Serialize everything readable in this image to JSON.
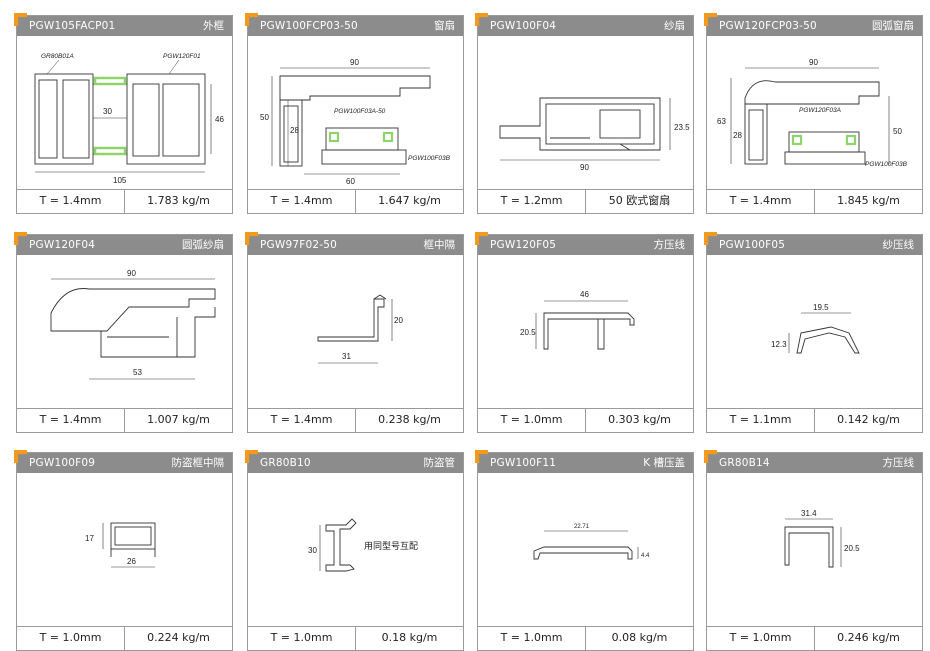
{
  "cards": [
    {
      "code": "PGW105FACP01",
      "name": "外框",
      "thickness": "T = 1.4mm",
      "weight": "1.783 kg/m",
      "labels": [
        "GR80B01A",
        "PGW120F01"
      ],
      "dims": [
        "105",
        "30",
        "46"
      ]
    },
    {
      "code": "PGW100FCP03-50",
      "name": "窗扇",
      "thickness": "T = 1.4mm",
      "weight": "1.647 kg/m",
      "labels": [
        "PGW100F03A-50",
        "PGW100F03B"
      ],
      "dims": [
        "90",
        "50",
        "28",
        "60"
      ]
    },
    {
      "code": "PGW100F04",
      "name": "纱扇",
      "thickness": "T = 1.2mm",
      "weight": "50 欧式窗扇",
      "labels": [],
      "dims": [
        "23.5",
        "90"
      ]
    },
    {
      "code": "PGW120FCP03-50",
      "name": "圆弧窗扇",
      "thickness": "T = 1.4mm",
      "weight": "1.845 kg/m",
      "labels": [
        "PGW120F03A",
        "PGW100F03B"
      ],
      "dims": [
        "90",
        "63",
        "28",
        "50"
      ]
    },
    {
      "code": "PGW120F04",
      "name": "圆弧纱扇",
      "thickness": "T = 1.4mm",
      "weight": "1.007 kg/m",
      "labels": [],
      "dims": [
        "90",
        "53"
      ]
    },
    {
      "code": "PGW97F02-50",
      "name": "框中隔",
      "thickness": "T = 1.4mm",
      "weight": "0.238 kg/m",
      "labels": [],
      "dims": [
        "20",
        "31"
      ]
    },
    {
      "code": "PGW120F05",
      "name": "方压线",
      "thickness": "T = 1.0mm",
      "weight": "0.303 kg/m",
      "labels": [],
      "dims": [
        "46",
        "20.5"
      ]
    },
    {
      "code": "PGW100F05",
      "name": "纱压线",
      "thickness": "T = 1.1mm",
      "weight": "0.142 kg/m",
      "labels": [],
      "dims": [
        "19.5",
        "12.3"
      ]
    },
    {
      "code": "PGW100F09",
      "name": "防盗框中隔",
      "thickness": "T = 1.0mm",
      "weight": "0.224 kg/m",
      "labels": [],
      "dims": [
        "17",
        "26"
      ]
    },
    {
      "code": "GR80B10",
      "name": "防盗管",
      "thickness": "T = 1.0mm",
      "weight": "0.18 kg/m",
      "labels": [
        "用同型号互配"
      ],
      "dims": [
        "30"
      ]
    },
    {
      "code": "PGW100F11",
      "name": "K 槽压盖",
      "thickness": "T = 1.0mm",
      "weight": "0.08 kg/m",
      "labels": [],
      "dims": [
        "22.71",
        "4.4"
      ]
    },
    {
      "code": "GR80B14",
      "name": "方压线",
      "thickness": "T = 1.0mm",
      "weight": "0.246 kg/m",
      "labels": [],
      "dims": [
        "31.4",
        "20.5"
      ]
    }
  ],
  "colors": {
    "header": "#8c8c8c",
    "accent": "#f39a1d",
    "border": "#9a9a9a",
    "gasket": "#8fd46a"
  },
  "icons": {
    "corner": "corner-bracket-icon"
  }
}
